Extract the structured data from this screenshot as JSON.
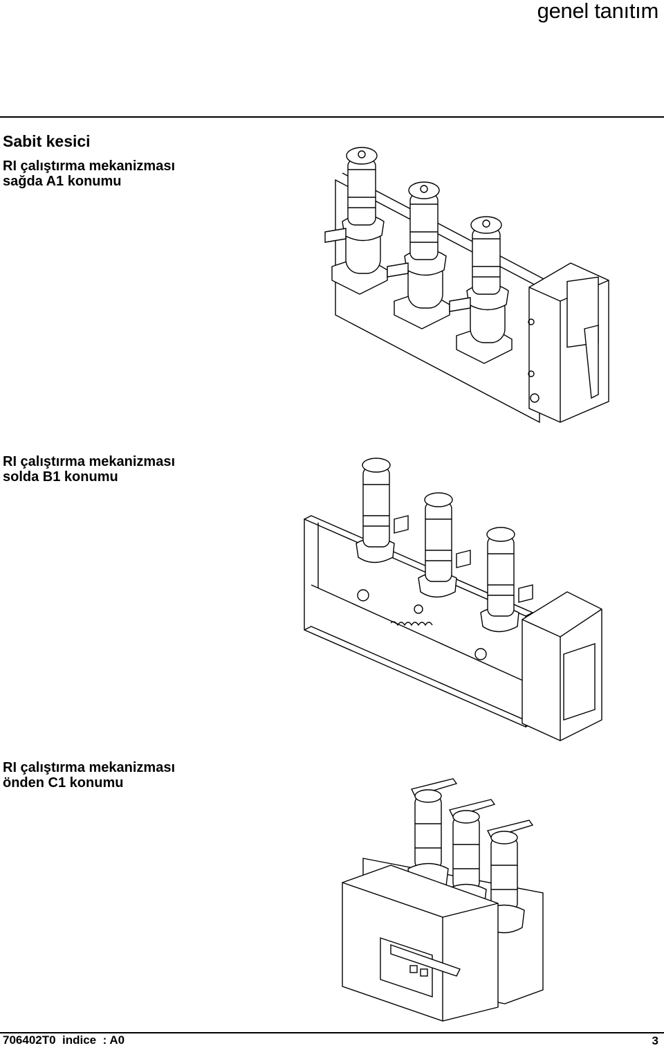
{
  "header": {
    "title": "genel tanıtım"
  },
  "section": {
    "title": "Sabit kesici"
  },
  "figures": [
    {
      "caption_line1": "RI çalıştırma mekanizması",
      "caption_line2": "sağda A1 konumu"
    },
    {
      "caption_line1": "RI çalıştırma mekanizması",
      "caption_line2": "solda B1 konumu"
    },
    {
      "caption_line1": "RI çalıştırma mekanizması",
      "caption_line2": "önden C1 konumu"
    }
  ],
  "footer": {
    "doc_ref": "706402T0  indice  : A0",
    "page_number": "3"
  }
}
